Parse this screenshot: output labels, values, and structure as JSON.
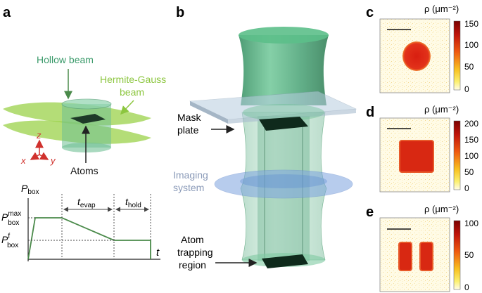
{
  "panels": {
    "a": {
      "letter": "a",
      "hollow_beam_label": "Hollow beam",
      "hermite_label_line1": "Hermite-Gauss",
      "hermite_label_line2": "beam",
      "atoms_label": "Atoms",
      "axes": {
        "z": "z",
        "x": "x",
        "y": "y"
      },
      "plot": {
        "p_box": "P",
        "p_box_sub": "box",
        "p_max_main": "P",
        "p_max_sup": "max",
        "p_max_sub": "box",
        "p_f_main": "P",
        "p_f_sup": "f",
        "p_f_sub": "box",
        "t_evap_main": "t",
        "t_evap_sub": "evap",
        "t_hold_main": "t",
        "t_hold_sub": "hold",
        "t_axis": "t"
      }
    },
    "b": {
      "letter": "b",
      "mask_line1": "Mask",
      "mask_line2": "plate",
      "imaging_line1": "Imaging",
      "imaging_line2": "system",
      "atom_line1": "Atom",
      "atom_line2": "trapping",
      "atom_line3": "region"
    },
    "c": {
      "letter": "c",
      "unit": "ρ (μm⁻²)",
      "ticks": [
        "150",
        "100",
        "50",
        "0"
      ]
    },
    "d": {
      "letter": "d",
      "unit": "ρ (μm⁻²)",
      "ticks": [
        "200",
        "150",
        "100",
        "50",
        "0"
      ]
    },
    "e": {
      "letter": "e",
      "unit": "ρ (μm⁻²)",
      "ticks": [
        "100",
        "50",
        "0"
      ]
    }
  },
  "colors": {
    "beam_green": "#3a9a6a",
    "hermite_green": "#8cc63f",
    "curve_green": "#4a8a4a",
    "axis_red": "#d0312d",
    "imaging_blue": "#7da4e0",
    "colormap_high": "#8b0000",
    "colormap_low": "#fffbe0"
  }
}
